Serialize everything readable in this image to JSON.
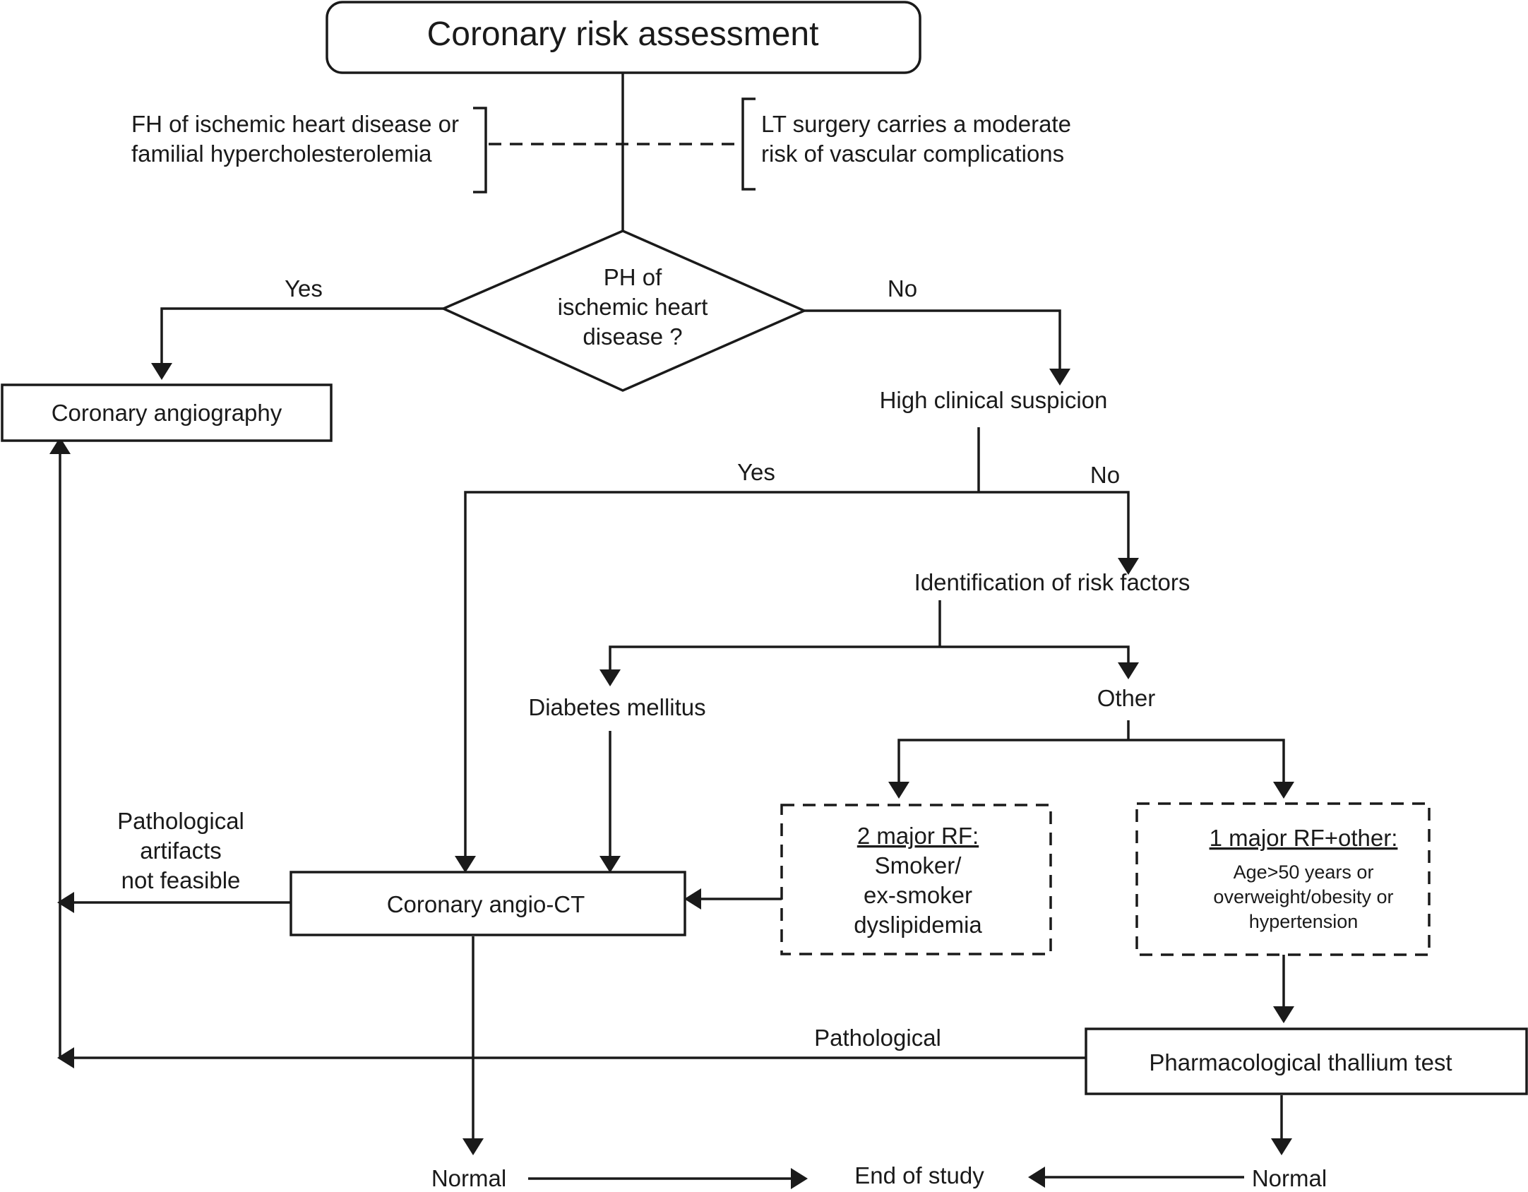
{
  "title": "Coronary risk assessment",
  "notes": {
    "left": [
      "FH of ischemic heart disease or",
      "familial hypercholesterolemia"
    ],
    "right": [
      "LT surgery carries a moderate",
      "risk of vascular complications"
    ]
  },
  "decision": [
    "PH of",
    "ischemic heart",
    "disease ?"
  ],
  "labels": {
    "yes_top": "Yes",
    "no_top": "No",
    "yes_mid": "Yes",
    "no_mid": "No",
    "pathological_artifacts": [
      "Pathological",
      "artifacts",
      "not feasible"
    ],
    "pathological": "Pathological"
  },
  "nodes": {
    "coronary_angiography": "Coronary angiography",
    "high_clinical_suspicion": "High clinical suspicion",
    "identification_risk_factors": "Identification of risk factors",
    "diabetes_mellitus": "Diabetes mellitus",
    "other": "Other",
    "two_major_rf": {
      "heading": "2 major RF:",
      "lines": [
        "Smoker/",
        "ex-smoker",
        "dyslipidemia"
      ]
    },
    "one_major_rf": {
      "heading": "1 major RF+other:",
      "lines": [
        "Age>50 years or",
        "overweight/obesity or",
        "hypertension"
      ]
    },
    "coronary_angio_ct": "Coronary angio-CT",
    "pharmacological_thallium_test": "Pharmacological thallium test",
    "normal_left": "Normal",
    "end_of_study": "End of study",
    "normal_right": "Normal"
  }
}
